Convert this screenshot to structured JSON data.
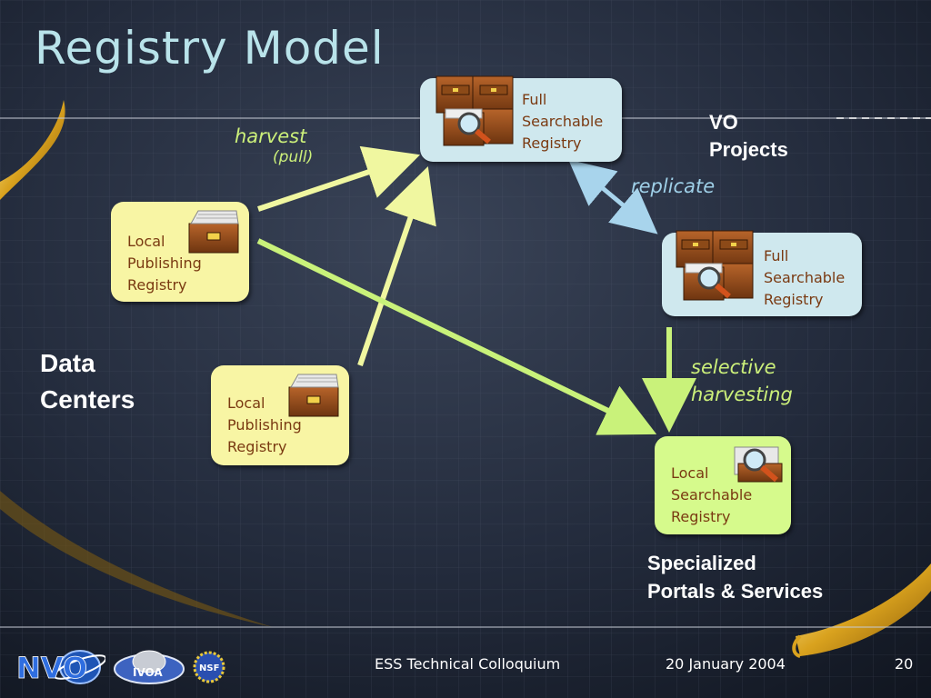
{
  "slide": {
    "title": "Registry Model"
  },
  "diagram": {
    "nodes": {
      "full_registry_top": {
        "label": "Full\nSearchable\nRegistry"
      },
      "full_registry_right": {
        "label": "Full\nSearchable\nRegistry"
      },
      "local_publishing_1": {
        "label": "Local\nPublishing\nRegistry"
      },
      "local_publishing_2": {
        "label": "Local\nPublishing\nRegistry"
      },
      "local_searchable": {
        "label": "Local\nSearchable\nRegistry"
      }
    },
    "edge_labels": {
      "harvest": "harvest",
      "pull": "(pull)",
      "replicate": "replicate",
      "selective_harvesting": "selective\nharvesting"
    },
    "group_labels": {
      "vo_projects": "VO\nProjects",
      "data_centers": "Data\nCenters",
      "specialized_portals": "Specialized\nPortals & Services"
    }
  },
  "footer": {
    "event": "ESS Technical Colloquium",
    "date": "20 January 2004",
    "page_number": "20",
    "logos": [
      {
        "name": "nvo-logo",
        "text": "NVO"
      },
      {
        "name": "ivoa-logo",
        "text": "IVOA"
      },
      {
        "name": "nsf-logo",
        "text": "NSF"
      }
    ]
  },
  "colors": {
    "title": "#b9e3ea",
    "box_blue": "#cfe8ee",
    "box_yellow": "#f8f5a4",
    "box_green": "#d6fa8c",
    "arrow_yellow": "#f0f7a0",
    "arrow_green": "#c9f27a",
    "arrow_blue": "#a8d4ec",
    "label_brown": "#7a3a12"
  }
}
